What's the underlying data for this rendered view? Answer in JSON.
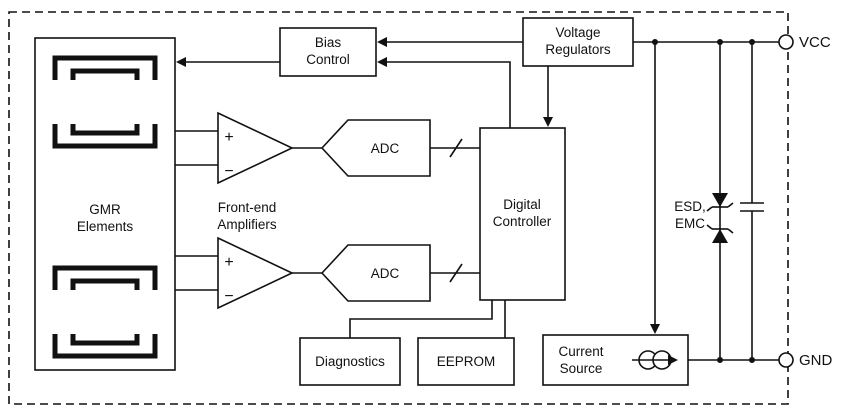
{
  "pins": {
    "vcc": "VCC",
    "gnd": "GND"
  },
  "blocks": {
    "gmr": {
      "lines": [
        "GMR",
        "Elements"
      ]
    },
    "frontend": {
      "lines": [
        "Front-end",
        "Amplifiers"
      ]
    },
    "bias": {
      "lines": [
        "Bias",
        "Control"
      ]
    },
    "vreg": {
      "lines": [
        "Voltage",
        "Regulators"
      ]
    },
    "adc_top": {
      "label": "ADC"
    },
    "adc_bottom": {
      "label": "ADC"
    },
    "digital": {
      "lines": [
        "Digital",
        "Controller"
      ]
    },
    "diagnostics": {
      "label": "Diagnostics"
    },
    "eeprom": {
      "label": "EEPROM"
    },
    "current_source": {
      "lines": [
        "Current",
        "Source"
      ]
    },
    "esd": {
      "lines": [
        "ESD,",
        "EMC"
      ]
    }
  },
  "amp": {
    "plus": "+",
    "minus": "−"
  },
  "colors": {
    "line": "#111111",
    "background": "#ffffff"
  }
}
